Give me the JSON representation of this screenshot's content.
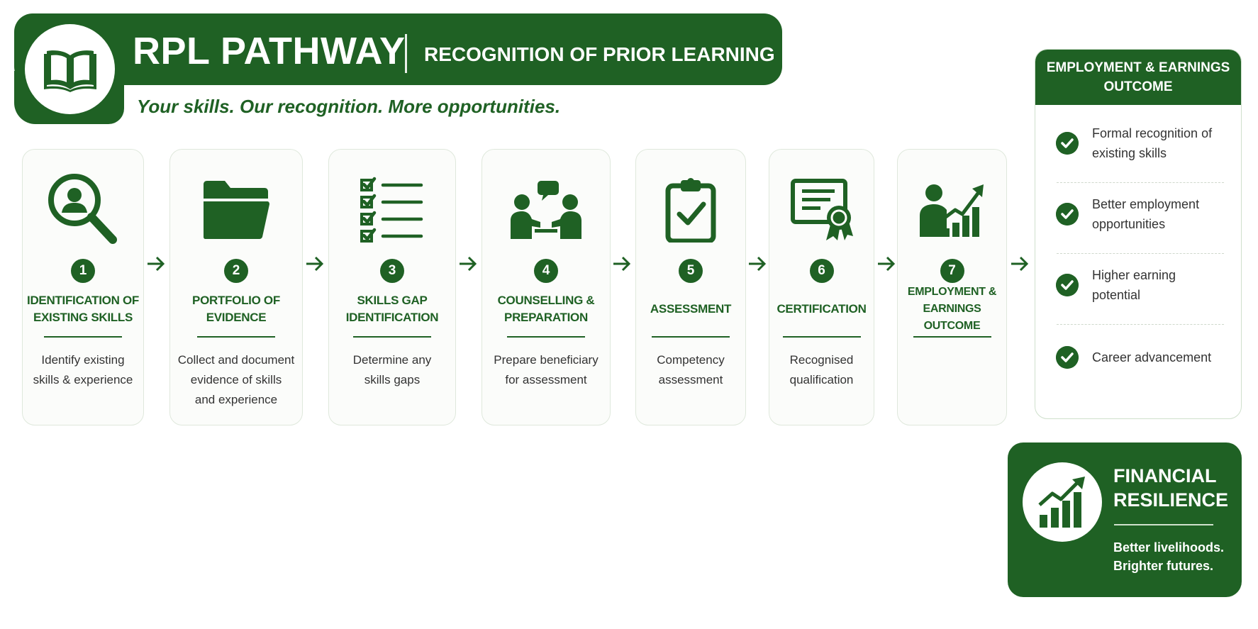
{
  "header": {
    "title": "RPL PATHWAY",
    "subtitle": "RECOGNITION OF PRIOR LEARNING",
    "tagline": "Your skills. Our recognition. More opportunities.",
    "logo_icon": "open-book-icon"
  },
  "colors": {
    "primary_green": "#1f6124",
    "card_background": "#fbfcfa",
    "card_border": "#dfe8dc"
  },
  "steps": [
    {
      "number": "1",
      "title_lines": [
        "IDENTIFICATION OF",
        "EXISTING SKILLS"
      ],
      "desc_lines": [
        "Identify existing",
        "skills & experience"
      ],
      "icon": "magnifier-person-icon"
    },
    {
      "number": "2",
      "title_lines": [
        "PORTFOLIO OF",
        "EVIDENCE"
      ],
      "desc_lines": [
        "Collect and document",
        "evidence of skills",
        "and experience"
      ],
      "icon": "folder-icon"
    },
    {
      "number": "3",
      "title_lines": [
        "SKILLS GAP",
        "IDENTIFICATION"
      ],
      "desc_lines": [
        "Determine any",
        "skills gaps"
      ],
      "icon": "checklist-icon"
    },
    {
      "number": "4",
      "title_lines": [
        "COUNSELLING &",
        "PREPARATION"
      ],
      "desc_lines": [
        "Prepare beneficiary",
        "for assessment"
      ],
      "icon": "counselling-people-icon"
    },
    {
      "number": "5",
      "title_lines": [
        "ASSESSMENT"
      ],
      "desc_lines": [
        "Competency",
        "assessment"
      ],
      "icon": "clipboard-check-icon"
    },
    {
      "number": "6",
      "title_lines": [
        "CERTIFICATION"
      ],
      "desc_lines": [
        "Recognised",
        "qualification"
      ],
      "icon": "certificate-icon"
    },
    {
      "number": "7",
      "title_lines": [
        "EMPLOYMENT &",
        "EARNINGS OUTCOME"
      ],
      "desc_lines": [],
      "icon": "person-growth-chart-icon"
    }
  ],
  "outcomes": {
    "title_lines": [
      "EMPLOYMENT & EARNINGS",
      "OUTCOME"
    ],
    "items": [
      {
        "lines": [
          "Formal recognition of",
          "existing skills"
        ],
        "icon": "check-circle-icon"
      },
      {
        "lines": [
          "Better employment",
          "opportunities"
        ],
        "icon": "check-circle-icon"
      },
      {
        "lines": [
          "Higher earning",
          "potential"
        ],
        "icon": "check-circle-icon"
      },
      {
        "lines": [
          "Career advancement"
        ],
        "icon": "check-circle-icon"
      }
    ]
  },
  "financial": {
    "title_lines": [
      "FINANCIAL",
      "RESILIENCE"
    ],
    "text_lines": [
      "Better livelihoods.",
      "Brighter futures."
    ],
    "icon": "bar-chart-growth-icon"
  }
}
